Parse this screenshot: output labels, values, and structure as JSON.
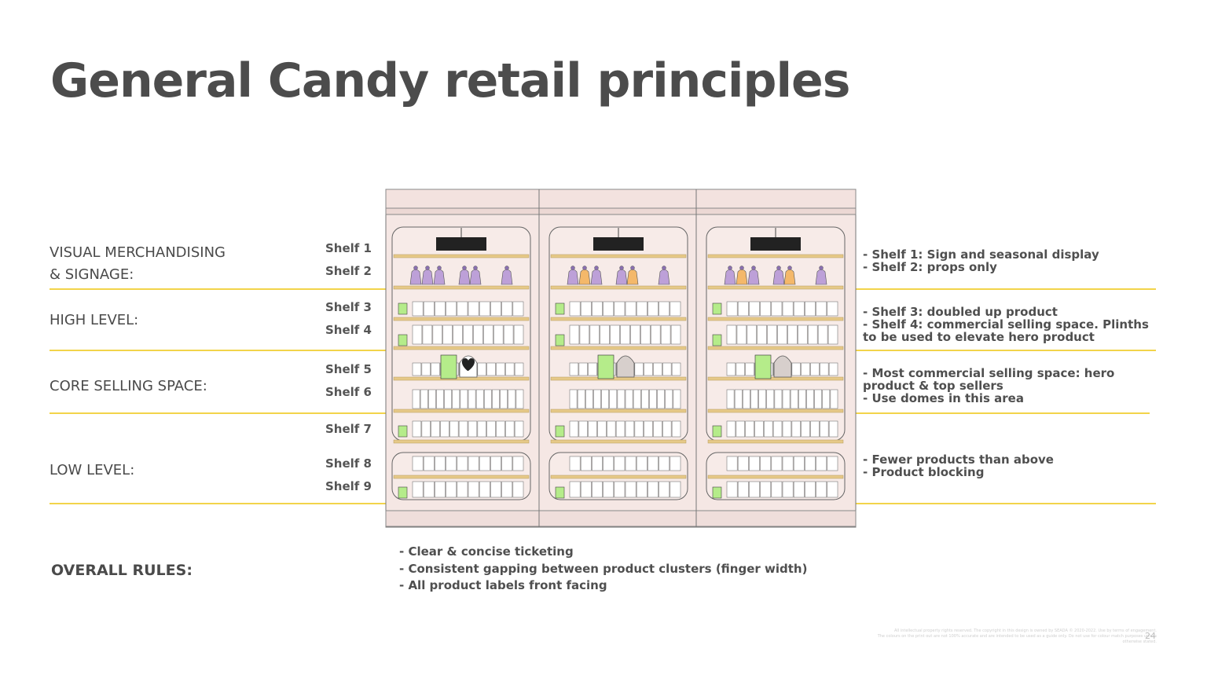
{
  "title": "General Candy retail principles",
  "zones": [
    {
      "label": "VISUAL MERCHANDISING\n& SIGNAGE:"
    },
    {
      "label": "HIGH LEVEL:"
    },
    {
      "label": "CORE SELLING SPACE:"
    },
    {
      "label": "LOW LEVEL:"
    }
  ],
  "shelves": [
    "Shelf 1",
    "Shelf 2",
    "Shelf 3",
    "Shelf 4",
    "Shelf 5",
    "Shelf 6",
    "Shelf 7",
    "Shelf 8",
    "Shelf 9"
  ],
  "notes": [
    [
      "- Shelf 1: Sign and seasonal display",
      "- Shelf 2: props only"
    ],
    [
      "- Shelf 3: doubled up product",
      "- Shelf 4: commercial selling space. Plinths to be used to elevate hero product"
    ],
    [
      "- Most commercial selling space: hero product & top sellers",
      "- Use domes in this area"
    ],
    [
      "- Fewer products than above",
      "- Product blocking"
    ]
  ],
  "overall_rules": {
    "title": "OVERALL RULES:",
    "items": [
      "- Clear & concise ticketing",
      "- Consistent gapping between product clusters (finger width)",
      "- All product labels front facing"
    ]
  },
  "footer": {
    "line1": "All intellectual property rights reserved. The copyright in this design is owned by SEADA © 2020-2022. Use by terms of engagement.",
    "line2": "The colours on the print out are not 100% accurate and are intended to be used as a guide only. Do not use for colour match purposes unless otherwise stated.",
    "page": "24"
  },
  "colors": {
    "accent_line": "#f2d44a",
    "fixture_bg": "#f5e7e4",
    "shelf_edge": "#e6c988",
    "ticket": "#b5ec8a"
  }
}
